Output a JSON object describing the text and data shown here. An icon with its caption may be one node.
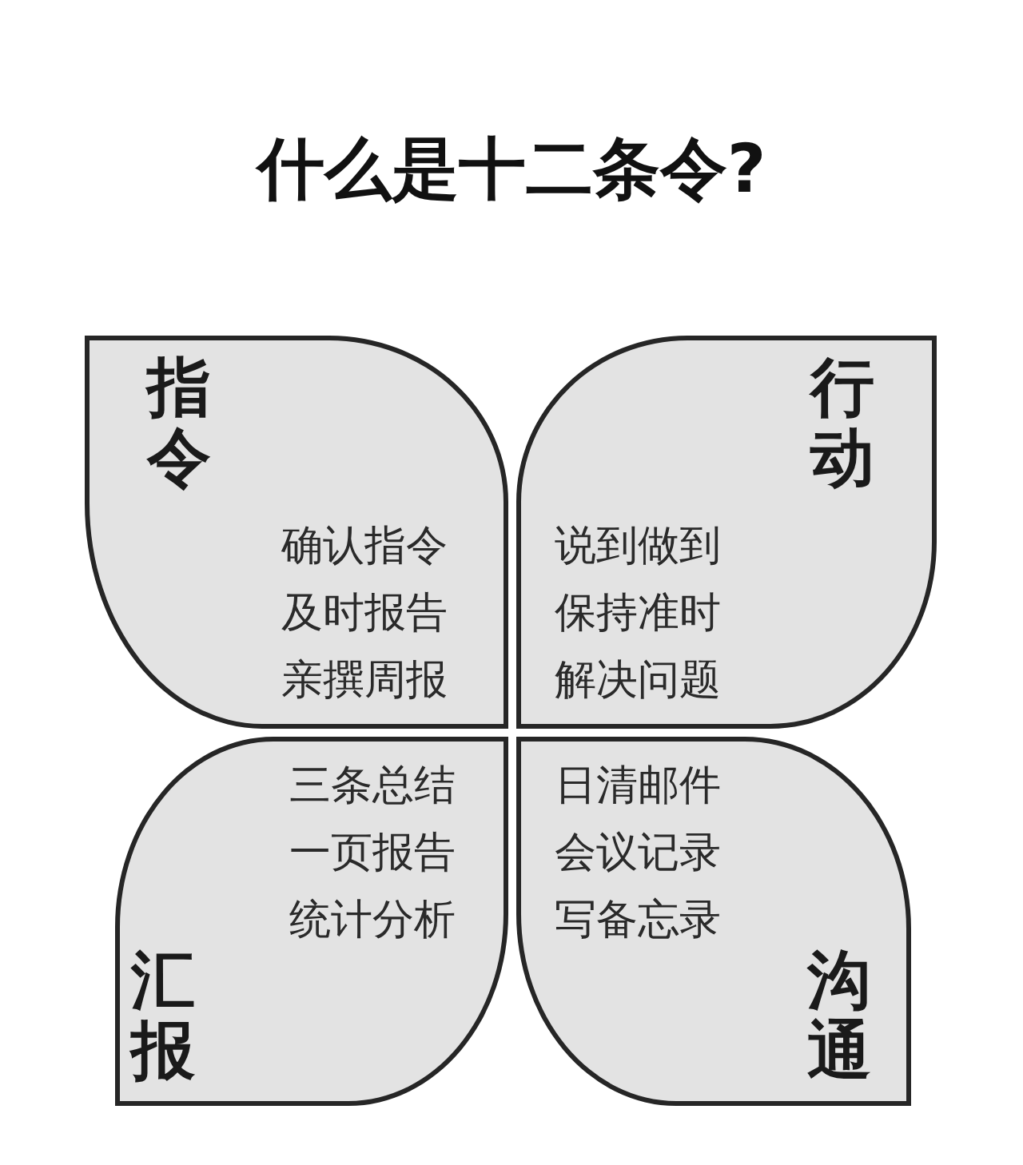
{
  "diagram": {
    "title": "什么是十二条令?",
    "nodes": [
      {
        "text": [
          "指令",
          "确认指令",
          "及时报告",
          "亲撰周报"
        ]
      },
      {
        "text": [
          "行动",
          "说到做到",
          "保持准时",
          "解决问题"
        ]
      },
      {
        "text": [
          "汇报",
          "三条总结",
          "一页报告",
          "统计分析"
        ]
      },
      {
        "text": [
          "沟通",
          "日清邮件",
          "会议记录",
          "写备忘录"
        ]
      }
    ]
  }
}
